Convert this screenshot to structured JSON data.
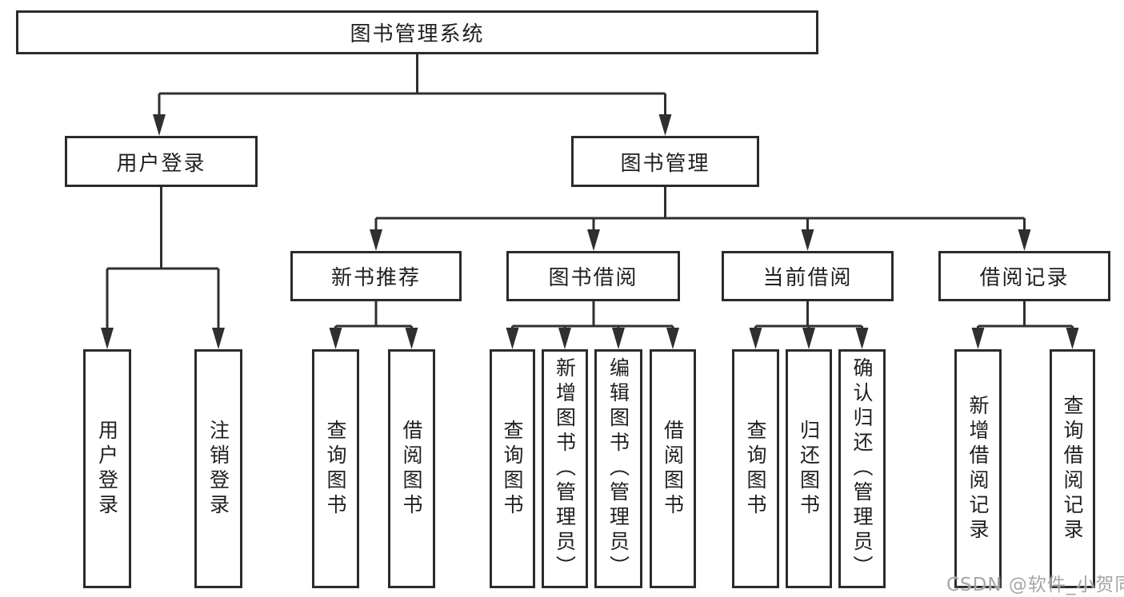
{
  "diagram": {
    "title": "图书管理系统",
    "watermark": "CSDN @软件_小贺同学",
    "colors": {
      "line": "#2f2f2f",
      "box_border": "#2b2b2b",
      "text": "#1f1f1f",
      "watermark": "#9e9e9e",
      "background": "#ffffff"
    },
    "root": {
      "label": "图书管理系统"
    },
    "level2": [
      {
        "label": "用户登录",
        "parent": "图书管理系统"
      },
      {
        "label": "图书管理",
        "parent": "图书管理系统"
      }
    ],
    "level3": [
      {
        "label": "新书推荐",
        "parent": "图书管理"
      },
      {
        "label": "图书借阅",
        "parent": "图书管理"
      },
      {
        "label": "当前借阅",
        "parent": "图书管理"
      },
      {
        "label": "借阅记录",
        "parent": "图书管理"
      }
    ],
    "leaves": [
      {
        "label": "用户登录",
        "parent": "用户登录"
      },
      {
        "label": "注销登录",
        "parent": "用户登录"
      },
      {
        "label": "查询图书",
        "parent": "新书推荐"
      },
      {
        "label": "借阅图书",
        "parent": "新书推荐"
      },
      {
        "label": "查询图书",
        "parent": "图书借阅"
      },
      {
        "label": "新增图书（管理员）",
        "parent": "图书借阅"
      },
      {
        "label": "编辑图书（管理员）",
        "parent": "图书借阅"
      },
      {
        "label": "借阅图书",
        "parent": "图书借阅"
      },
      {
        "label": "查询图书",
        "parent": "当前借阅"
      },
      {
        "label": "归还图书",
        "parent": "当前借阅"
      },
      {
        "label": "确认归还（管理员）",
        "parent": "当前借阅"
      },
      {
        "label": "新增借阅记录",
        "parent": "借阅记录"
      },
      {
        "label": "查询借阅记录",
        "parent": "借阅记录"
      }
    ]
  }
}
